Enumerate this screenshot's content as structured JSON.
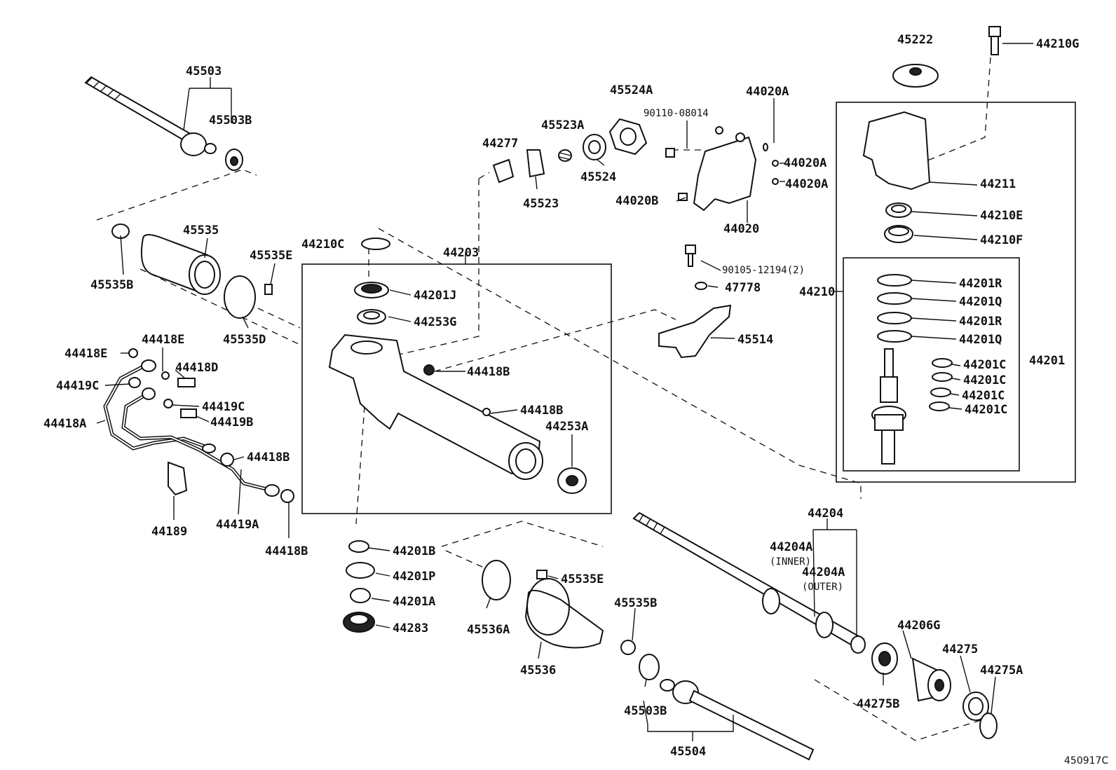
{
  "diagram_ref": "450917C",
  "labels": {
    "p45503": "45503",
    "p45503b_top": "45503B",
    "p45535": "45535",
    "p45535b_top": "45535B",
    "p45535e_top": "45535E",
    "p45535d": "45535D",
    "p44210c": "44210C",
    "p44203": "44203",
    "p44201j": "44201J",
    "p44253g": "44253G",
    "p44418b_a": "44418B",
    "p44418b_b": "44418B",
    "p44253a": "44253A",
    "p44277": "44277",
    "p45523a": "45523A",
    "p45523": "45523",
    "p45524": "45524",
    "p45524a": "45524A",
    "p90110": "90110-08014",
    "p44020a_top": "44020A",
    "p44020a_mid": "44020A",
    "p44020a_low": "44020A",
    "p44020b": "44020B",
    "p44020": "44020",
    "p90105": "90105-12194(2)",
    "p47778": "47778",
    "p45514": "45514",
    "p45222": "45222",
    "p44210g": "44210G",
    "p44211": "44211",
    "p44210e": "44210E",
    "p44210f": "44210F",
    "p44210": "44210",
    "p44201r_a": "44201R",
    "p44201q_a": "44201Q",
    "p44201r_b": "44201R",
    "p44201q_b": "44201Q",
    "p44201c_a": "44201C",
    "p44201c_b": "44201C",
    "p44201c_c": "44201C",
    "p44201c_d": "44201C",
    "p44201": "44201",
    "p44418e_a": "44418E",
    "p44418e_b": "44418E",
    "p44418d": "44418D",
    "p44419c_a": "44419C",
    "p44419c_b": "44419C",
    "p44419b": "44419B",
    "p44418a": "44418A",
    "p44418b_c": "44418B",
    "p44189": "44189",
    "p44419a": "44419A",
    "p44418b_d": "44418B",
    "p44201b": "44201B",
    "p44201p": "44201P",
    "p44201a": "44201A",
    "p44283": "44283",
    "p45536a": "45536A",
    "p45535e_bot": "45535E",
    "p45536": "45536",
    "p45535b_bot": "45535B",
    "p45503b_bot": "45503B",
    "p45504": "45504",
    "p44204": "44204",
    "p44204a_inner": "44204A",
    "inner_note": "(INNER)",
    "p44204a_outer": "44204A",
    "outer_note": "(OUTER)",
    "p44206g": "44206G",
    "p44275": "44275",
    "p44275a": "44275A",
    "p44275b": "44275B"
  }
}
